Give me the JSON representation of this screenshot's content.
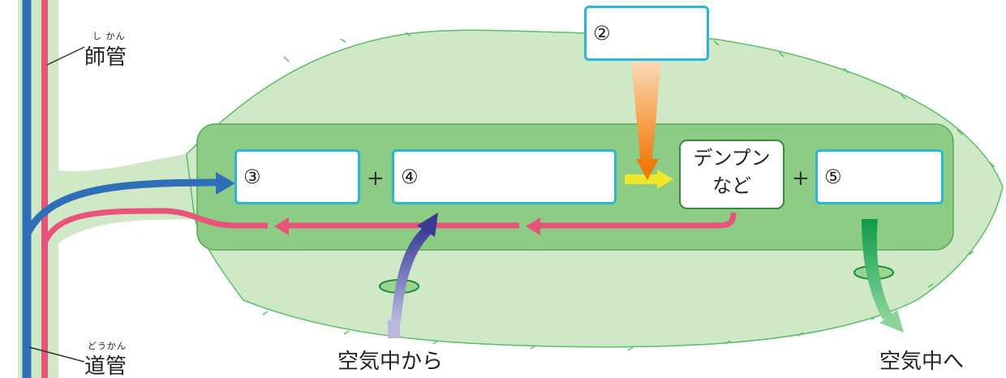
{
  "vessels": {
    "phloem": {
      "label": "師管",
      "reading": "し かん"
    },
    "xylem": {
      "label": "道管",
      "reading": "どうかん"
    }
  },
  "boxes": {
    "box2": {
      "number": "②"
    },
    "box3": {
      "number": "③"
    },
    "box4": {
      "number": "④"
    },
    "box5": {
      "number": "⑤"
    }
  },
  "plus_sign": "+",
  "starch": {
    "line1": "デンプン",
    "line2": "など"
  },
  "air": {
    "from_label": "空気中から",
    "to_label": "空気中へ"
  },
  "colors": {
    "leaf_fill": "#cfe8c6",
    "inner_fill": "#8ccc84",
    "box_border": "#2cb6d6",
    "xylem_blue": "#2e6fb8",
    "phloem_red": "#e8537a",
    "light_arrow": "#f08a1e",
    "air_in_arrow": "#4a4aa0",
    "air_out_arrow": "#1a9e4a"
  }
}
